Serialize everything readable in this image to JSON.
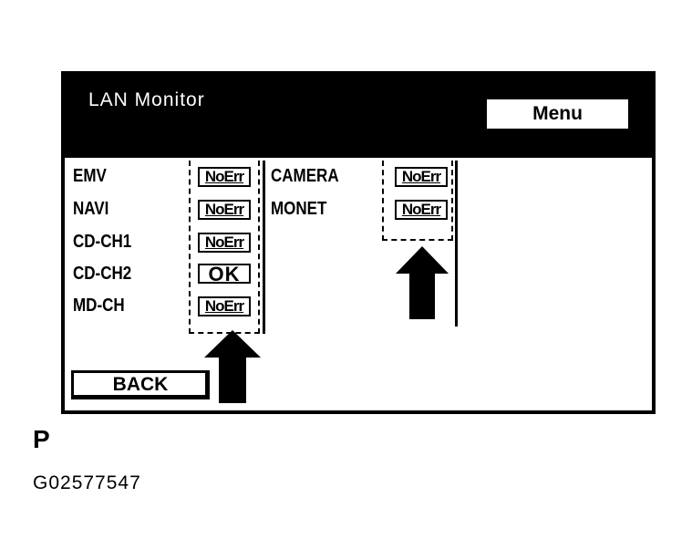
{
  "header": {
    "title": "LAN Monitor",
    "menu_label": "Menu"
  },
  "left_column": [
    {
      "name": "EMV",
      "status": "NoErr"
    },
    {
      "name": "NAVI",
      "status": "NoErr"
    },
    {
      "name": "CD-CH1",
      "status": "NoErr"
    },
    {
      "name": "CD-CH2",
      "status": "OK"
    },
    {
      "name": "MD-CH",
      "status": "NoErr"
    }
  ],
  "right_column": [
    {
      "name": "CAMERA",
      "status": "NoErr"
    },
    {
      "name": "MONET",
      "status": "NoErr"
    }
  ],
  "footer": {
    "back_label": "BACK",
    "figure_letter": "P",
    "figure_code": "G02577547"
  },
  "colors": {
    "screen": "#000000",
    "panel": "#ffffff"
  },
  "icons": {
    "pointer": "up-arrow-icon"
  }
}
